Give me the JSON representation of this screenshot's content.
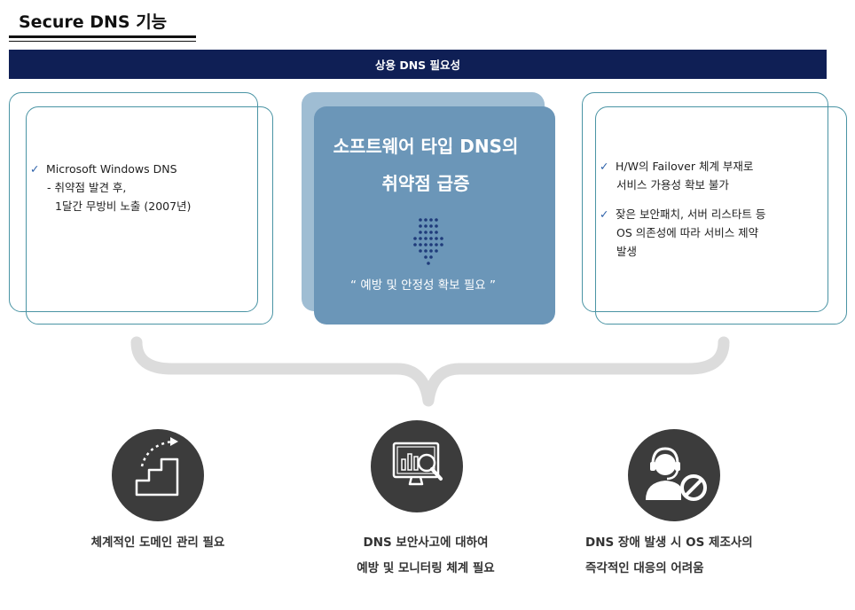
{
  "title": "Secure DNS 기능",
  "banner": "상용 DNS 필요성",
  "left_box": {
    "check": "✓",
    "item": "Microsoft Windows DNS",
    "sub1": "-  취약점 발견 후,",
    "sub2": "1달간 무방비 노출 (2007년)"
  },
  "center_box": {
    "title_line1": "소프트웨어 타입 DNS의",
    "title_line2": "취약점 급증",
    "quote": "“ 예방 및 안정성 확보 필요 ”"
  },
  "right_box": {
    "check": "✓",
    "item1_line1": "H/W의 Failover 체계 부재로",
    "item1_line2": "서비스 가용성 확보 불가",
    "item2_line1": "잦은 보안패치, 서버 리스타트 등",
    "item2_line2": "OS 의존성에 따라 서비스 제약",
    "item2_line3": "발생"
  },
  "bottom": [
    {
      "icon": "stairs-up-icon",
      "line1": "체계적인 도메인 관리 필요",
      "line2": ""
    },
    {
      "icon": "monitor-analytics-icon",
      "line1": "DNS 보안사고에 대하여",
      "line2": "예방 및 모니터링 체계 필요"
    },
    {
      "icon": "support-agent-blocked-icon",
      "line1": "DNS 장애 발생 시 OS 제조사의",
      "line2": "즉각적인 대응의 어려움"
    }
  ],
  "colors": {
    "banner": "#0f1f55",
    "box_outline": "#4a94a4",
    "center_back": "#9fbdd3",
    "center_front": "#6b96b8",
    "dots": "#1f3b7a",
    "circle": "#3c3c3c",
    "brace": "#dcdcdc"
  }
}
